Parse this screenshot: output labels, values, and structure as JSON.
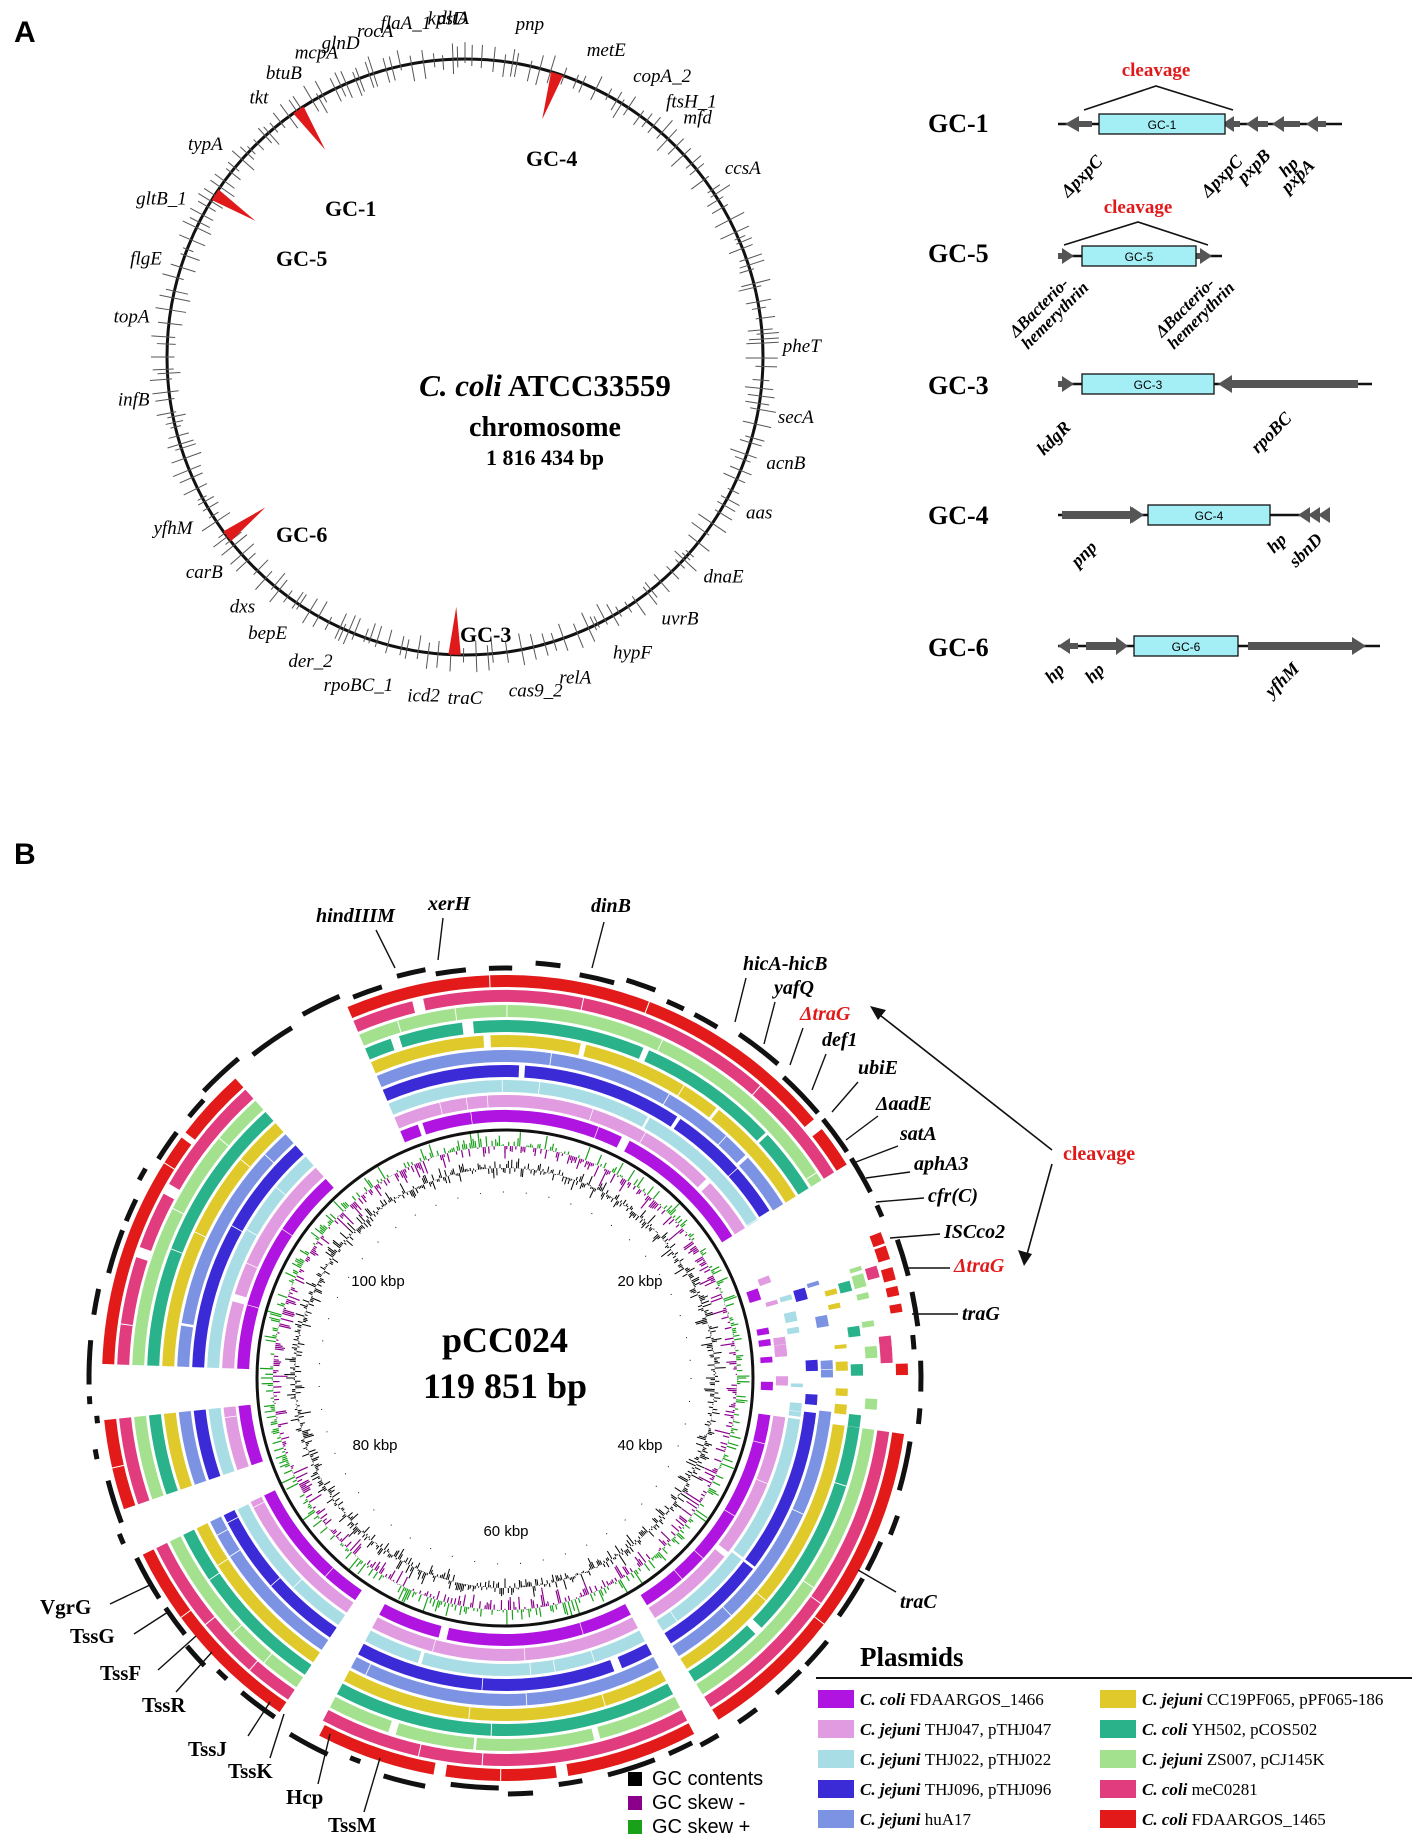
{
  "panel_a": {
    "letter": "A",
    "title_italic": "C. coli",
    "title_rest": " ATCC33559",
    "subtitle": "chromosome",
    "size": "1 816 434 bp",
    "gene_labels": [
      "glnD",
      "flaA_1",
      "dltA",
      "pnp",
      "metE",
      "copA_2",
      "ftsH_1",
      "mfd",
      "ccsA",
      "pheT",
      "secA",
      "acnB",
      "aas",
      "dnaE",
      "uvrB",
      "hypF",
      "relA",
      "cas9_2",
      "traC",
      "icd2",
      "rpoBC_1",
      "der_2",
      "bepE",
      "dxs",
      "carB",
      "yfhM",
      "infB",
      "topA",
      "flgE",
      "gltB_1",
      "typA",
      "tkt",
      "btuB",
      "mcpA",
      "rocA",
      "kpsD"
    ],
    "gc_markers": [
      "GC-1",
      "GC-4",
      "GC-5",
      "GC-6",
      "GC-3"
    ],
    "islands": [
      {
        "name": "GC-1",
        "label": "GC-1",
        "cleavage": "cleavage",
        "genes": [
          "Δ",
          "pxpC",
          "Δ",
          "pxpC",
          "pxpB",
          "hp",
          "pxpA"
        ]
      },
      {
        "name": "GC-5",
        "label": "GC-5",
        "cleavage": "cleavage",
        "genes": [
          "ΔBacterio-",
          "hemerythrin",
          "ΔBacterio-",
          "hemerythrin"
        ]
      },
      {
        "name": "GC-3",
        "label": "GC-3",
        "genes": [
          "kdgR",
          "rpoBC"
        ]
      },
      {
        "name": "GC-4",
        "label": "GC-4",
        "genes": [
          "pnp",
          "hp",
          "sbnD"
        ]
      },
      {
        "name": "GC-6",
        "label": "GC-6",
        "genes": [
          "hp",
          "hp",
          "yfhM"
        ]
      }
    ]
  },
  "panel_b": {
    "letter": "B",
    "plasmid_name": "pCC024",
    "plasmid_size": "119 851 bp",
    "ticks": [
      "20 kbp",
      "40 kbp",
      "60 kbp",
      "80 kbp",
      "100 kbp"
    ],
    "gene_labels_top": [
      "hindIIIM",
      "xerH",
      "dinB"
    ],
    "gene_labels_right": [
      "hicA-hicB",
      "yafQ",
      "ΔtraG",
      "def1",
      "ubiE",
      "ΔaadE",
      "satA",
      "aphA3",
      "cfr(C)",
      "ISCco2",
      "ΔtraG",
      "traG",
      "traC"
    ],
    "gene_labels_left": [
      "VgrG",
      "TssG",
      "TssF",
      "TssR",
      "TssJ",
      "TssK",
      "Hcp",
      "TssM"
    ],
    "cleavage": "cleavage",
    "gc_legend": [
      "GC contents",
      "GC skew -",
      "GC skew +"
    ],
    "gc_colors": [
      "#000000",
      "#8b008b",
      "#1aa11a"
    ],
    "legend_title": "Plasmids",
    "plasmids": [
      {
        "species": "C. coli",
        "strain": "FDAARGOS_1466",
        "color": "#b014e0"
      },
      {
        "species": "C. jejuni",
        "strain": "THJ047, pTHJ047",
        "color": "#e19be0"
      },
      {
        "species": "C. jejuni",
        "strain": "THJ022, pTHJ022",
        "color": "#a9dde6"
      },
      {
        "species": "C. jejuni",
        "strain": "THJ096, pTHJ096",
        "color": "#3a2bd6"
      },
      {
        "species": "C. jejuni",
        "strain": "huA17",
        "color": "#7b93e2"
      },
      {
        "species": "C. jejuni",
        "strain": "CC19PF065, pPF065-186",
        "color": "#e0c92a"
      },
      {
        "species": "C. coli",
        "strain": "YH502, pCOS502",
        "color": "#2ab28a"
      },
      {
        "species": "C. jejuni",
        "strain": "ZS007, pCJ145K",
        "color": "#a4e18f"
      },
      {
        "species": "C. coli",
        "strain": "meC0281",
        "color": "#e03c7e"
      },
      {
        "species": "C. coli",
        "strain": "FDAARGOS_1465",
        "color": "#e21a1a"
      }
    ]
  },
  "colors": {
    "accent_red": "#e01a1a",
    "island_box": "#a4eef5",
    "arrow_gray": "#555555"
  }
}
